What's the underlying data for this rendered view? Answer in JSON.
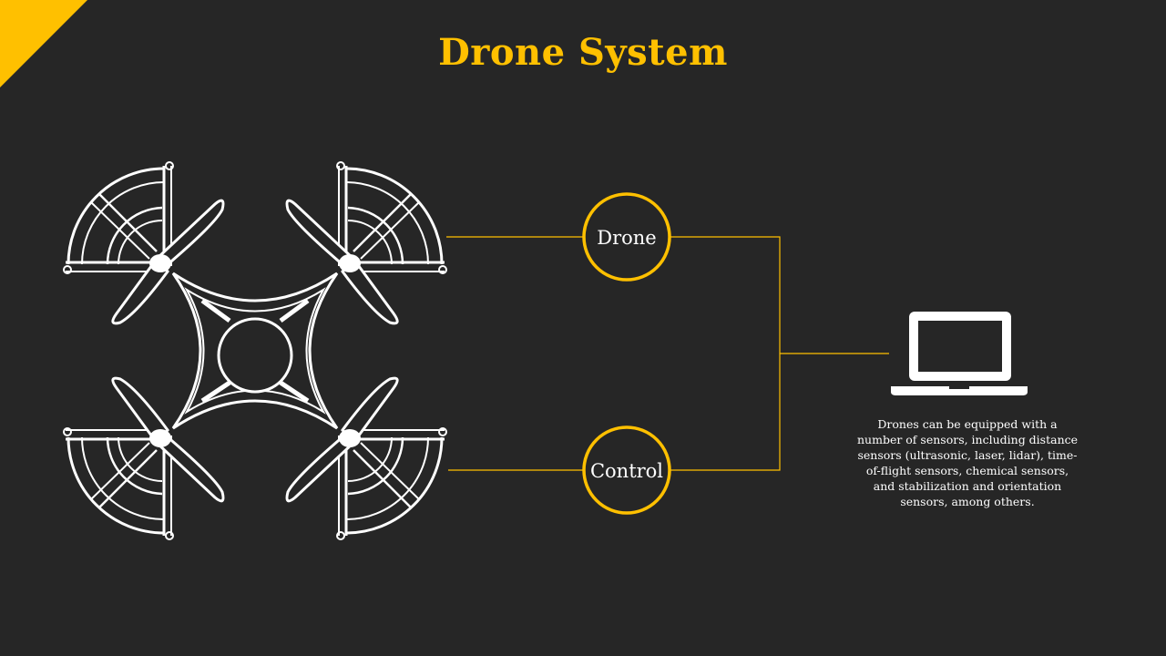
{
  "slide": {
    "title": "Drone System",
    "accent_color": "#FFC000",
    "background_color": "#262626"
  },
  "nodes": {
    "drone_label": "Drone",
    "control_label": "Control"
  },
  "description": "Drones can be equipped with a number of sensors, including distance sensors (ultrasonic, laser, lidar), time-of-flight sensors, chemical sensors, and stabilization and orientation sensors, among others.",
  "icons": {
    "drone": "quadcopter-drone-icon",
    "computer": "laptop-icon"
  }
}
